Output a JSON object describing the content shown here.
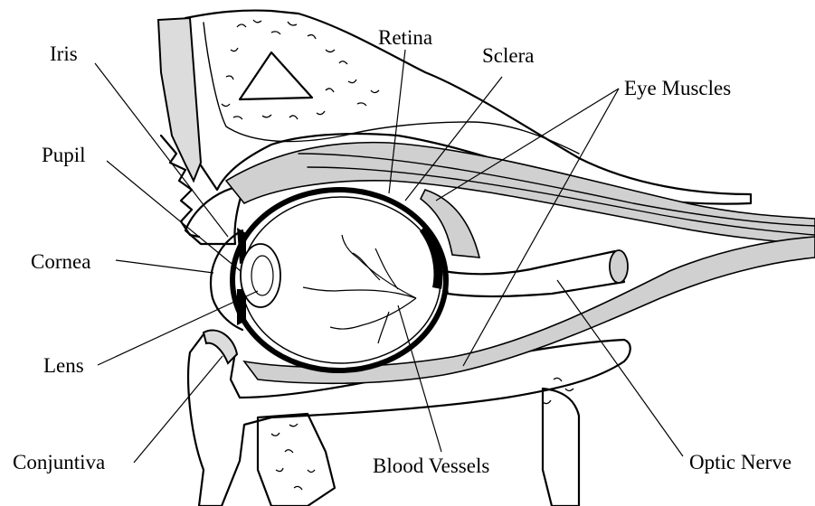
{
  "labels": {
    "iris": "Iris",
    "pupil": "Pupil",
    "cornea": "Cornea",
    "lens": "Lens",
    "conjuntiva": "Conjuntiva",
    "retina": "Retina",
    "sclera": "Sclera",
    "eye_muscles": "Eye Muscles",
    "blood_vessels": "Blood Vessels",
    "optic_nerve": "Optic Nerve"
  },
  "colors": {
    "line": "#000000",
    "muscle_gray": "#cfcfcf",
    "bone_white": "#ffffff"
  }
}
